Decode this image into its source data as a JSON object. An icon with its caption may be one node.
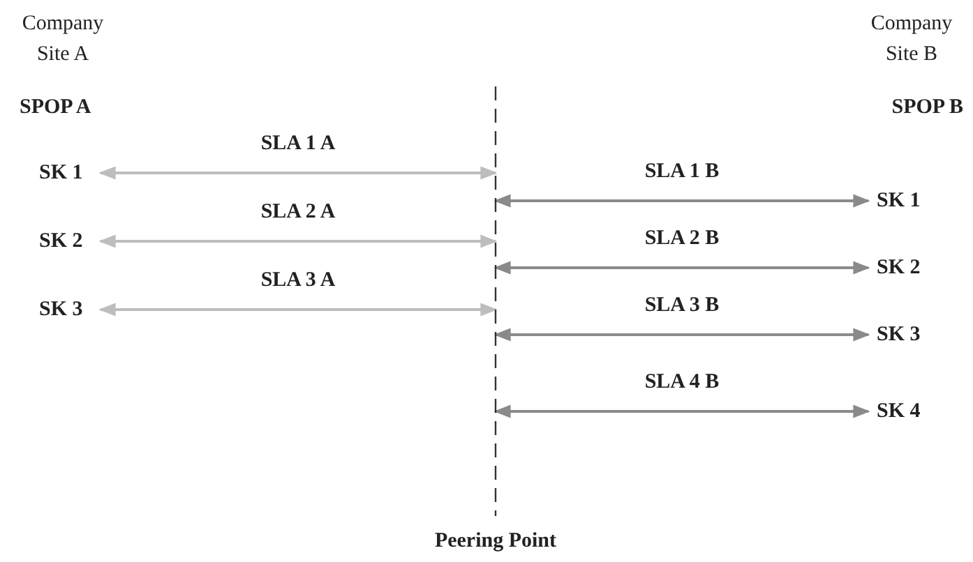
{
  "diagram": {
    "nodes": [
      {
        "text": [
          "SK 1"
        ]
      },
      {
        "text": [
          "SK 2"
        ]
      },
      {
        "text": [
          "SK 3"
        ]
      },
      {
        "text": [],
        "shape": "bar"
      },
      {
        "text": [
          "SK 1"
        ]
      },
      {
        "text": [
          "SK 2"
        ]
      },
      {
        "text": [
          "SK 3"
        ]
      },
      {
        "text": [
          "SK 4"
        ]
      }
    ],
    "edges": [
      {
        "from": 0,
        "to": 3,
        "arrow": "both",
        "label": "SLA 1 A",
        "color": "#bdbdbd"
      },
      {
        "from": 1,
        "to": 3,
        "arrow": "both",
        "label": "SLA 2 A",
        "color": "#bdbdbd"
      },
      {
        "from": 2,
        "to": 3,
        "arrow": "both",
        "label": "SLA 3 A",
        "color": "#bdbdbd"
      },
      {
        "from": 3,
        "to": 4,
        "arrow": "both",
        "label": "SLA 1 B"
      },
      {
        "from": 3,
        "to": 5,
        "arrow": "both",
        "label": "SLA 2 B"
      },
      {
        "from": 3,
        "to": 6,
        "arrow": "both",
        "label": "SLA 3 B"
      },
      {
        "from": 3,
        "to": 7,
        "arrow": "both",
        "label": "SLA 4 B"
      }
    ],
    "labels": [
      "Company Site A",
      "Company Site B",
      "SPOP A",
      "SPOP B",
      "Peering Point"
    ]
  }
}
